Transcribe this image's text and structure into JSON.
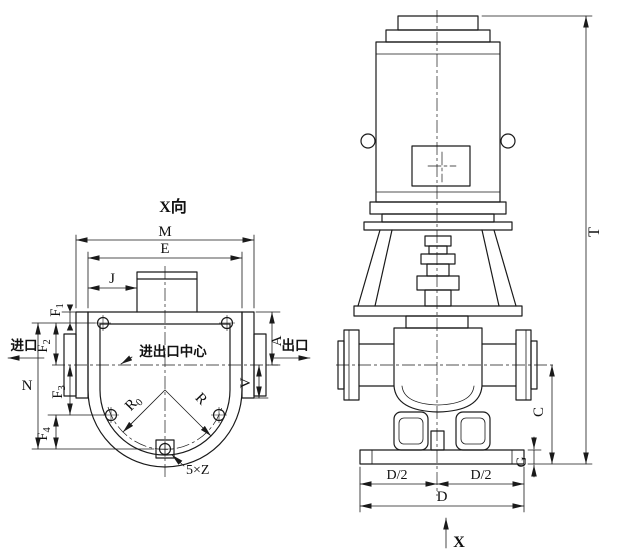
{
  "left_view": {
    "title": "X向",
    "inlet": "进口",
    "outlet": "出口",
    "port_center_note": "进出口中心",
    "bolt_note": "5×Z",
    "dims": {
      "M": "M",
      "E": "E",
      "J": "J",
      "A": "A",
      "V": "V",
      "N": "N",
      "R": "R",
      "F1": {
        "base": "F",
        "sub": "1"
      },
      "F2": {
        "base": "F",
        "sub": "2"
      },
      "F3": {
        "base": "F",
        "sub": "3"
      },
      "F4": {
        "base": "F",
        "sub": "4"
      },
      "R0": {
        "base": "R",
        "sub": "0"
      }
    }
  },
  "right_view": {
    "dims": {
      "T": "T",
      "C": "C",
      "G": "G",
      "D_half_left": "D/2",
      "D_half_right": "D/2",
      "D": "D"
    },
    "view_direction_label": "X"
  }
}
